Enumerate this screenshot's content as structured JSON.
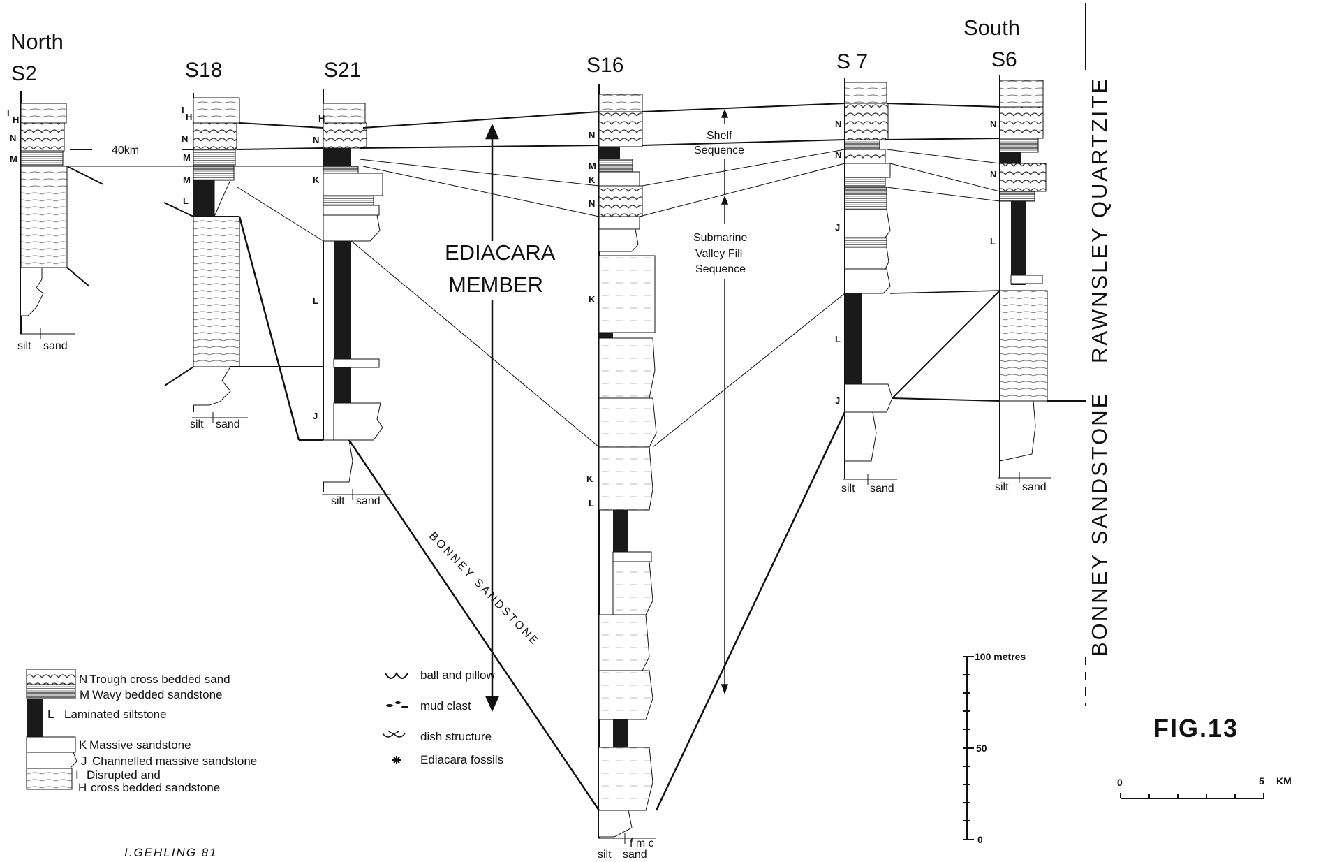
{
  "header": {
    "north": "North",
    "south": "South"
  },
  "sections": [
    {
      "id": "S2",
      "title": "S2"
    },
    {
      "id": "S18",
      "title": "S18"
    },
    {
      "id": "S21",
      "title": "S21"
    },
    {
      "id": "S16",
      "title": "S16"
    },
    {
      "id": "S7",
      "title": "S 7"
    },
    {
      "id": "S6",
      "title": "S6"
    }
  ],
  "axis": {
    "silt": "silt",
    "sand": "sand",
    "grain_detail": "f m c"
  },
  "labels": {
    "gap": "40km",
    "ediacara_1": "EDIACARA",
    "ediacara_2": "MEMBER",
    "shelf_1": "Shelf",
    "shelf_2": "Sequence",
    "valley_1": "Submarine",
    "valley_2": "Valley Fill",
    "valley_3": "Sequence",
    "bonney_diag": "BONNEY SANDSTONE",
    "rawnsley": "RAWNSLEY QUARTZITE",
    "bonney_side": "BONNEY SANDSTONE",
    "figure": "FIG.13",
    "author": "I.GEHLING 81"
  },
  "legend": [
    {
      "code": "N",
      "text": "Trough cross bedded sand"
    },
    {
      "code": "M",
      "text": "Wavy bedded sandstone"
    },
    {
      "code": "L",
      "text": "Laminated siltstone"
    },
    {
      "code": "K",
      "text": "Massive sandstone"
    },
    {
      "code": "J",
      "text": "Channelled massive sandstone"
    },
    {
      "code": "I",
      "text": "Disrupted and"
    },
    {
      "code": "H",
      "text": "cross bedded sandstone"
    }
  ],
  "symbols": [
    {
      "icon": "ball-and-pillow-icon",
      "text": "ball and pillow"
    },
    {
      "icon": "mud-clast-icon",
      "text": "mud clast"
    },
    {
      "icon": "dish-structure-icon",
      "text": "dish structure"
    },
    {
      "icon": "fossil-icon",
      "text": "Ediacara fossils"
    }
  ],
  "scale": {
    "top": "100 metres",
    "mid": "50",
    "bottom": "0",
    "km0": "0",
    "km5": "5",
    "km_unit": "KM"
  },
  "unit_codes": [
    "I",
    "H",
    "N",
    "M",
    "L",
    "K",
    "J"
  ]
}
